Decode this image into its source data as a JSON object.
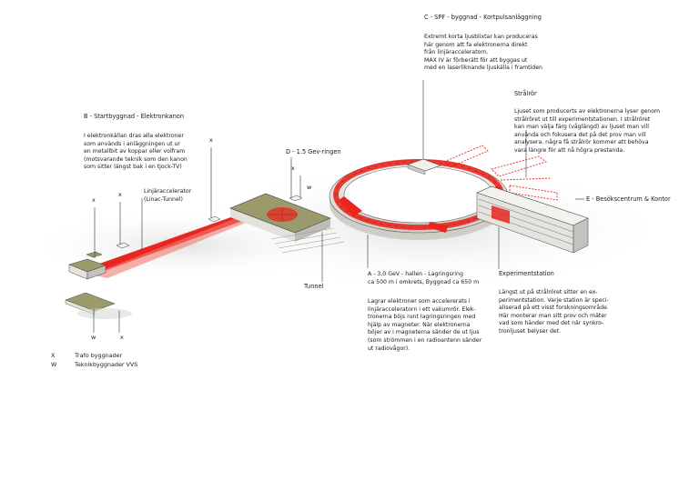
{
  "labels": {
    "spf_title": "C - SPF - byggnad - Kortpulsanläggning",
    "spf_body": "Extremt korta ljusblixtar kan produceras\nhär genom att fa elektronerna direkt\nfrån linjäracceleratorn.\nMAX IV är förberätt för att byggas ut\nmed en laserliknande ljuskälla i framtiden",
    "stralror_title": "Strålrör",
    "stralror_body": "Ljuset som producerts av elektronerna lyser genom\nstrålröret ut till experimentstationen. I strålröret\nkan man välja färg (våglängd) av ljuset man vill\nanvända och fokusera det på det prov man vill\nanalysera. några få strålrör kommer att behöva\nvara längre för att nå högra prestanda.",
    "start_title": "B - Startbyggnad - Elektronkanon",
    "start_body": "I elektronkällan dras alla elektroner\nsom används i anläggningen ut ur\nen metallbit av koppar eller volfram\n(motsvarande teknik som den kanon\nsom sitter längst bak i en tjock-TV)",
    "ring15": "D - 1.5 Gev-ringen",
    "linac": "Linjäraccelerator\n(Linac-Tunnel)",
    "besok": "E - Besökscentrum & Kontor",
    "tunnel": "Tunnel",
    "hall_title": "A - 3,0 GeV - hallen - Lagringsring\nca 500 m i omkrets, Byggnad ca 650 m",
    "hall_body": "Lagrar elektroner som accelererats i\nlinjäracceleratorn i ett vakumrör. Elek-\ntronerna böjs runt lagringsringen med\nhjälp av magneter. När elektronerna\nböjer av i magneterna sänder de ut ljus\n(som strömmen i en radioantenn sänder\nut radiovågor).",
    "exp_title": "Experimentstation",
    "exp_body": "Längst ut på strålröret sitter en ex-\nperimentstation. Varje station är speci-\naliserad på ett visst forskningsområde.\nHär monterar man sitt prov och mäter\nvad som händer med det när synkro-\ntronljuset belyser det."
  },
  "markers": {
    "x": "x",
    "w": "w"
  },
  "legend": [
    {
      "key": "X",
      "text": "Trafo byggnader"
    },
    {
      "key": "W",
      "text": "Teknikbyggnader VVS"
    }
  ],
  "colors": {
    "beam": "#e8261f",
    "ring_body": "#eceae4",
    "roof_green": "#9a9a68",
    "shadow": "#cfcfcf"
  }
}
